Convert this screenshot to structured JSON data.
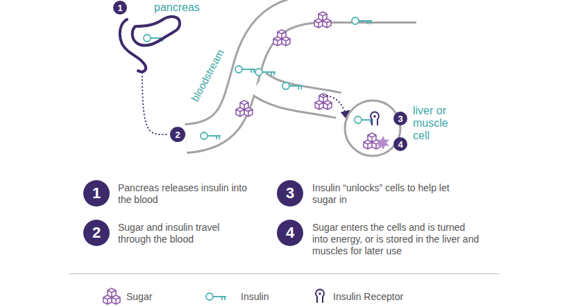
{
  "diagram": {
    "nodes": [
      {
        "text": [
          "pancreas"
        ]
      },
      {
        "text": [
          "2"
        ]
      },
      {
        "text": [
          "bloodstream"
        ]
      },
      {
        "text": [
          "liver or muscle cell"
        ]
      }
    ],
    "edges": [
      {
        "from": 0,
        "to": 1,
        "arrow": "none"
      },
      {
        "from": 2,
        "to": 3,
        "arrow": "to"
      }
    ],
    "labels": [
      "1",
      "3",
      "4",
      "1",
      "Pancreas releases insulin into the blood",
      "2",
      "Sugar and insulin travel through the blood",
      "3",
      "Insulin “unlocks” cells to help let sugar in",
      "4",
      "Sugar enters the cells and is turned into energy, or is stored in the liver and muscles for later use"
    ],
    "legend": [
      {
        "text": "Sugar"
      },
      {
        "text": "Insulin"
      },
      {
        "text": "Insulin Receptor"
      }
    ]
  }
}
